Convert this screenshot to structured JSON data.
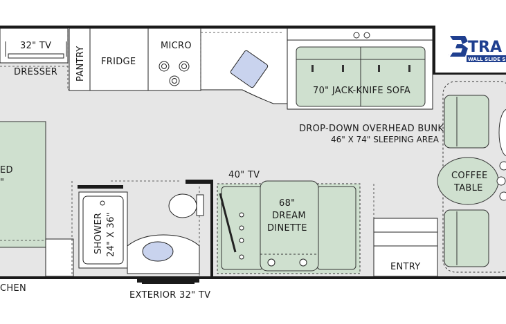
{
  "labels": {
    "tv_32": "32\" TV",
    "dresser": "DRESSER",
    "pantry": "PANTRY",
    "fridge": "FRIDGE",
    "micro": "MICRO",
    "sofa": "70\" JACK-KNIFE SOFA",
    "bunk_line1": "DROP-DOWN OVERHEAD BUNK",
    "bunk_line2": "46\" X 74\" SLEEPING AREA",
    "coffee_line1": "COFFEE",
    "coffee_line2": "TABLE",
    "tv_40": "40\" TV",
    "dinette_line1": "68\"",
    "dinette_line2": "DREAM",
    "dinette_line3": "DINETTE",
    "shower_line1": "SHOWER",
    "shower_line2": "24\" X 36\"",
    "entry": "ENTRY",
    "exterior_tv": "EXTERIOR 32\" TV",
    "bed_frag1": "ED",
    "bed_frag2": "\"",
    "kitchen_frag": "CHEN"
  },
  "logo": {
    "mark": "3",
    "word": "TRA",
    "tagline": "WALL SLIDE S"
  },
  "colors": {
    "floor": "#e6e6e6",
    "upholstery": "#cfe0cf",
    "fixture_blue": "#c9d3ee",
    "wall": "#1a1a1a",
    "logo_blue": "#1f3f8f"
  }
}
